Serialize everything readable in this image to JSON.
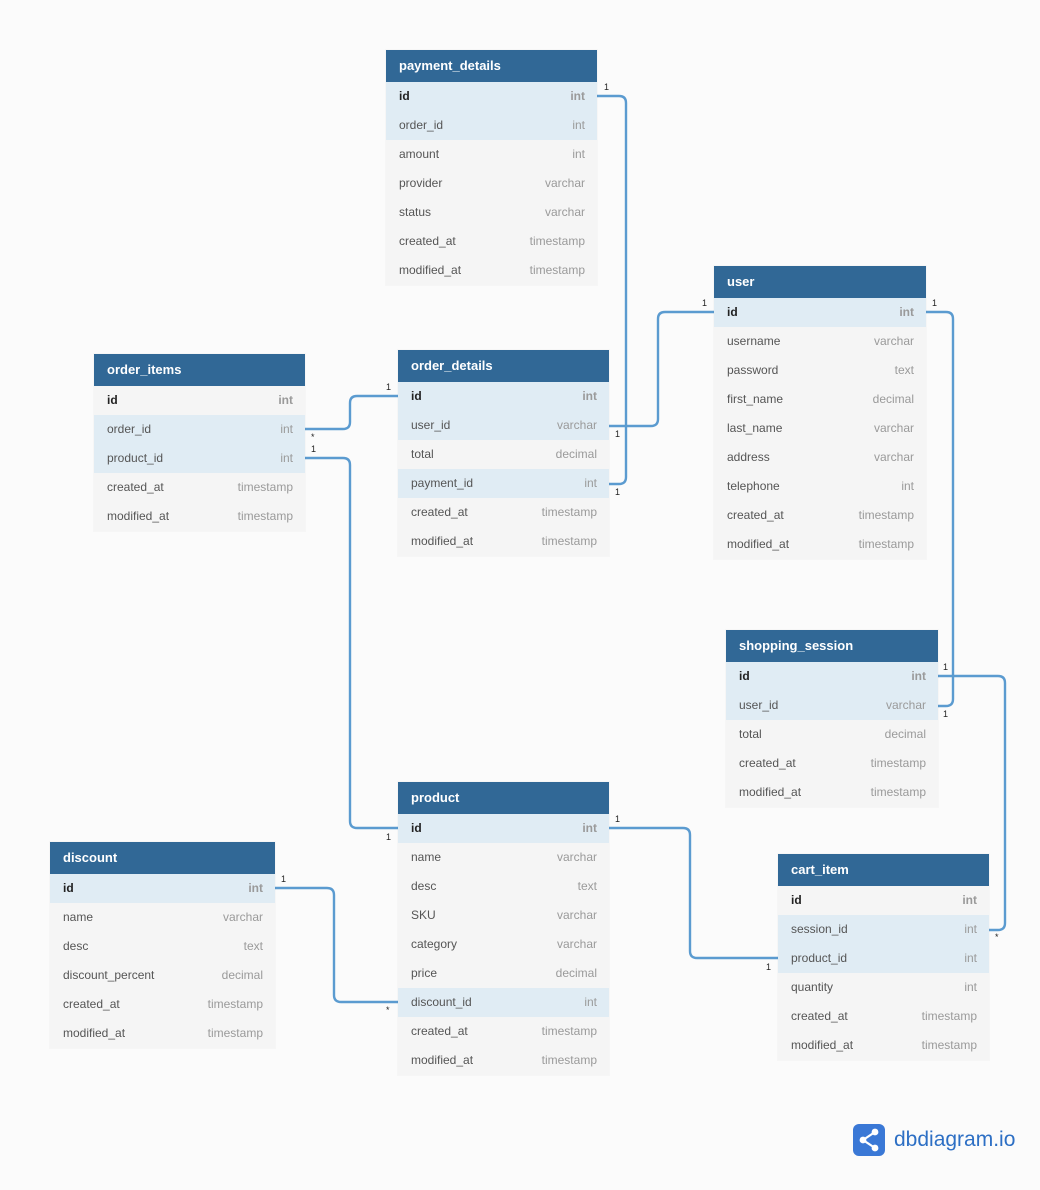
{
  "tables": [
    {
      "key": "payment_details",
      "name": "payment_details",
      "fields": [
        {
          "name": "id",
          "type": "int",
          "pk": true,
          "hl": true
        },
        {
          "name": "order_id",
          "type": "int",
          "hl": true
        },
        {
          "name": "amount",
          "type": "int"
        },
        {
          "name": "provider",
          "type": "varchar"
        },
        {
          "name": "status",
          "type": "varchar"
        },
        {
          "name": "created_at",
          "type": "timestamp"
        },
        {
          "name": "modified_at",
          "type": "timestamp"
        }
      ]
    },
    {
      "key": "user",
      "name": "user",
      "fields": [
        {
          "name": "id",
          "type": "int",
          "pk": true,
          "hl": true
        },
        {
          "name": "username",
          "type": "varchar"
        },
        {
          "name": "password",
          "type": "text"
        },
        {
          "name": "first_name",
          "type": "decimal"
        },
        {
          "name": "last_name",
          "type": "varchar"
        },
        {
          "name": "address",
          "type": "varchar"
        },
        {
          "name": "telephone",
          "type": "int"
        },
        {
          "name": "created_at",
          "type": "timestamp"
        },
        {
          "name": "modified_at",
          "type": "timestamp"
        }
      ]
    },
    {
      "key": "order_items",
      "name": "order_items",
      "fields": [
        {
          "name": "id",
          "type": "int",
          "pk": true
        },
        {
          "name": "order_id",
          "type": "int",
          "hl": true
        },
        {
          "name": "product_id",
          "type": "int",
          "hl": true
        },
        {
          "name": "created_at",
          "type": "timestamp"
        },
        {
          "name": "modified_at",
          "type": "timestamp"
        }
      ]
    },
    {
      "key": "order_details",
      "name": "order_details",
      "fields": [
        {
          "name": "id",
          "type": "int",
          "pk": true,
          "hl": true
        },
        {
          "name": "user_id",
          "type": "varchar",
          "hl": true
        },
        {
          "name": "total",
          "type": "decimal"
        },
        {
          "name": "payment_id",
          "type": "int",
          "hl": true
        },
        {
          "name": "created_at",
          "type": "timestamp"
        },
        {
          "name": "modified_at",
          "type": "timestamp"
        }
      ]
    },
    {
      "key": "shopping_session",
      "name": "shopping_session",
      "fields": [
        {
          "name": "id",
          "type": "int",
          "pk": true,
          "hl": true
        },
        {
          "name": "user_id",
          "type": "varchar",
          "hl": true
        },
        {
          "name": "total",
          "type": "decimal"
        },
        {
          "name": "created_at",
          "type": "timestamp"
        },
        {
          "name": "modified_at",
          "type": "timestamp"
        }
      ]
    },
    {
      "key": "product",
      "name": "product",
      "fields": [
        {
          "name": "id",
          "type": "int",
          "pk": true,
          "hl": true
        },
        {
          "name": "name",
          "type": "varchar"
        },
        {
          "name": "desc",
          "type": "text"
        },
        {
          "name": "SKU",
          "type": "varchar"
        },
        {
          "name": "category",
          "type": "varchar"
        },
        {
          "name": "price",
          "type": "decimal"
        },
        {
          "name": "discount_id",
          "type": "int",
          "hl": true
        },
        {
          "name": "created_at",
          "type": "timestamp"
        },
        {
          "name": "modified_at",
          "type": "timestamp"
        }
      ]
    },
    {
      "key": "discount",
      "name": "discount",
      "fields": [
        {
          "name": "id",
          "type": "int",
          "pk": true,
          "hl": true
        },
        {
          "name": "name",
          "type": "varchar"
        },
        {
          "name": "desc",
          "type": "text"
        },
        {
          "name": "discount_percent",
          "type": "decimal"
        },
        {
          "name": "created_at",
          "type": "timestamp"
        },
        {
          "name": "modified_at",
          "type": "timestamp"
        }
      ]
    },
    {
      "key": "cart_item",
      "name": "cart_item",
      "fields": [
        {
          "name": "id",
          "type": "int",
          "pk": true
        },
        {
          "name": "session_id",
          "type": "int",
          "hl": true
        },
        {
          "name": "product_id",
          "type": "int",
          "hl": true
        },
        {
          "name": "quantity",
          "type": "int"
        },
        {
          "name": "created_at",
          "type": "timestamp"
        },
        {
          "name": "modified_at",
          "type": "timestamp"
        }
      ]
    }
  ],
  "relationships": [
    {
      "from": "payment_details.id",
      "to": "order_details.payment_id",
      "from_card": "1",
      "to_card": "1"
    },
    {
      "from": "user.id",
      "to": "order_details.user_id",
      "from_card": "1",
      "to_card": "1"
    },
    {
      "from": "order_details.id",
      "to": "order_items.order_id",
      "from_card": "1",
      "to_card": "*"
    },
    {
      "from": "product.id",
      "to": "order_items.product_id",
      "from_card": "1",
      "to_card": "1"
    },
    {
      "from": "user.id",
      "to": "shopping_session.user_id",
      "from_card": "1",
      "to_card": "1"
    },
    {
      "from": "shopping_session.id",
      "to": "cart_item.session_id",
      "from_card": "1",
      "to_card": "*"
    },
    {
      "from": "product.id",
      "to": "cart_item.product_id",
      "from_card": "1",
      "to_card": "1"
    },
    {
      "from": "discount.id",
      "to": "product.discount_id",
      "from_card": "1",
      "to_card": "*"
    }
  ],
  "colors": {
    "header": "#316896",
    "row": "#f5f5f5",
    "row_highlight": "#e0ecf4",
    "link": "#5b9bd0",
    "brand": "#2d6fc4"
  },
  "brand": {
    "text": "dbdiagram.io",
    "icon": "share-nodes-icon"
  }
}
